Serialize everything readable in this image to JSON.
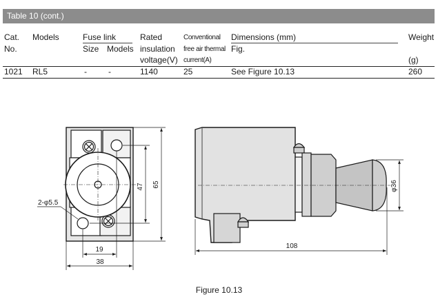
{
  "table": {
    "title": "Table 10 (cont.)",
    "headers": {
      "cat_line1": "Cat.",
      "cat_line2": "No.",
      "models": "Models",
      "fuse_link": "Fuse link",
      "fuse_size": "Size",
      "fuse_models": "Models",
      "rated_line1": "Rated",
      "rated_line2": "insulation",
      "rated_line3": "voltage(V)",
      "conv_line1": "Conventional",
      "conv_line2": "free air thermal",
      "conv_line3": "current(A)",
      "dimensions": "Dimensions (mm)",
      "fig": "Fig.",
      "weight": "Weight",
      "weight_unit": "(g)"
    },
    "rows": [
      {
        "cat_no": "1021",
        "model": "RL5",
        "fuse_size": "-",
        "fuse_models": "-",
        "rated_voltage": "1140",
        "current": "25",
        "figure": "See Figure 10.13",
        "weight": "260"
      }
    ]
  },
  "drawing": {
    "dim_47": "47",
    "dim_65": "65",
    "dim_hole": "2-φ5.5",
    "dim_19": "19",
    "dim_38": "38",
    "dim_108": "108",
    "dim_phi36": "φ36"
  },
  "caption": "Figure 10.13"
}
